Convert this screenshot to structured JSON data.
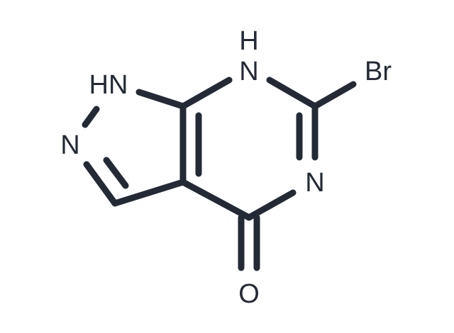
{
  "molecule": {
    "colors": {
      "bond": "#232a36",
      "label": "#232a36",
      "background": "#ffffff"
    },
    "atom_labels": {
      "nh_pyrazole": "HN",
      "n_pyrazole": "N",
      "n_ring_h": "H",
      "n_ring": "N",
      "bromine": "Br",
      "n_pyrimidine": "N",
      "oxygen": "O"
    }
  }
}
